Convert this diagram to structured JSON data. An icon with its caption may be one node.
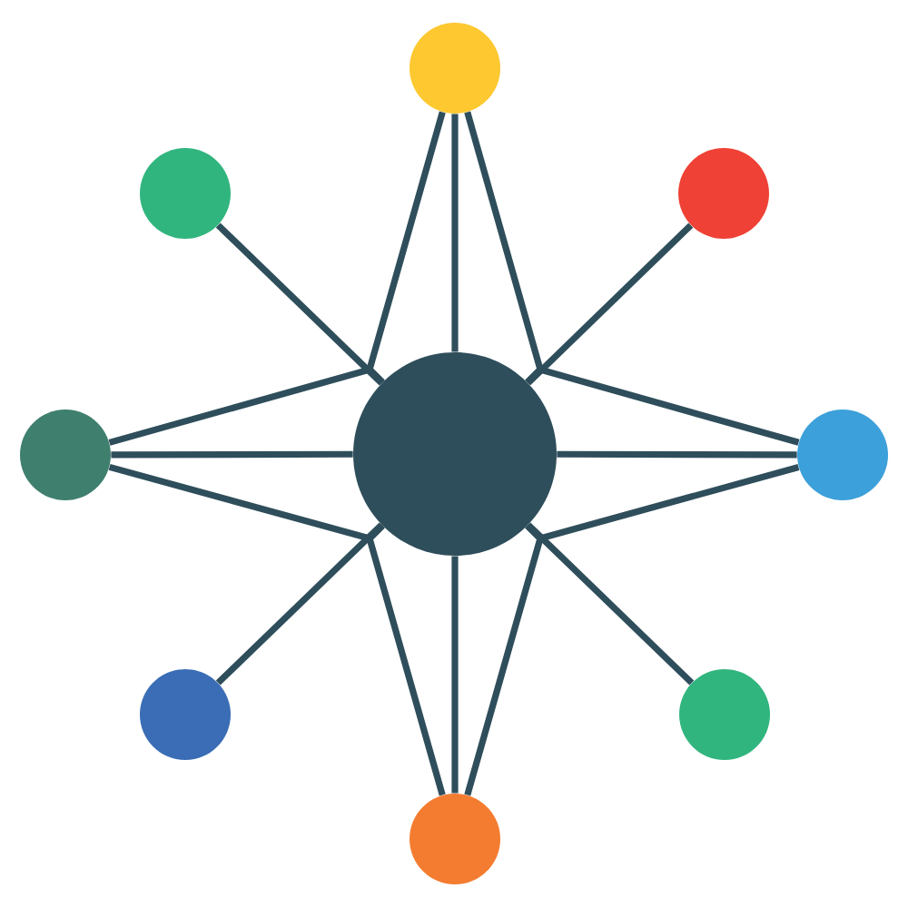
{
  "diagram": {
    "nodes": [
      {
        "text": [],
        "shape": "circle"
      },
      {
        "text": [],
        "shape": "circle"
      },
      {
        "text": [],
        "shape": "circle"
      },
      {
        "text": [],
        "shape": "circle"
      },
      {
        "text": [],
        "shape": "circle"
      },
      {
        "text": [],
        "shape": "circle"
      },
      {
        "text": [],
        "shape": "circle"
      },
      {
        "text": [],
        "shape": "circle"
      },
      {
        "text": [],
        "shape": "circle"
      }
    ],
    "edges": [
      {
        "from": 0,
        "to": 4,
        "arrow": "none"
      },
      {
        "from": 0,
        "to": 4,
        "arrow": "none"
      },
      {
        "from": 0,
        "to": 4,
        "arrow": "none"
      },
      {
        "from": 1,
        "to": 4,
        "arrow": "none"
      },
      {
        "from": 2,
        "to": 4,
        "arrow": "none"
      },
      {
        "from": 3,
        "to": 4,
        "arrow": "none"
      },
      {
        "from": 3,
        "to": 4,
        "arrow": "none"
      },
      {
        "from": 3,
        "to": 4,
        "arrow": "none"
      },
      {
        "from": 5,
        "to": 4,
        "arrow": "none"
      },
      {
        "from": 5,
        "to": 4,
        "arrow": "none"
      },
      {
        "from": 5,
        "to": 4,
        "arrow": "none"
      },
      {
        "from": 6,
        "to": 4,
        "arrow": "none"
      },
      {
        "from": 7,
        "to": 4,
        "arrow": "none"
      },
      {
        "from": 8,
        "to": 4,
        "arrow": "none"
      },
      {
        "from": 8,
        "to": 4,
        "arrow": "none"
      },
      {
        "from": 8,
        "to": 4,
        "arrow": "none"
      }
    ]
  }
}
